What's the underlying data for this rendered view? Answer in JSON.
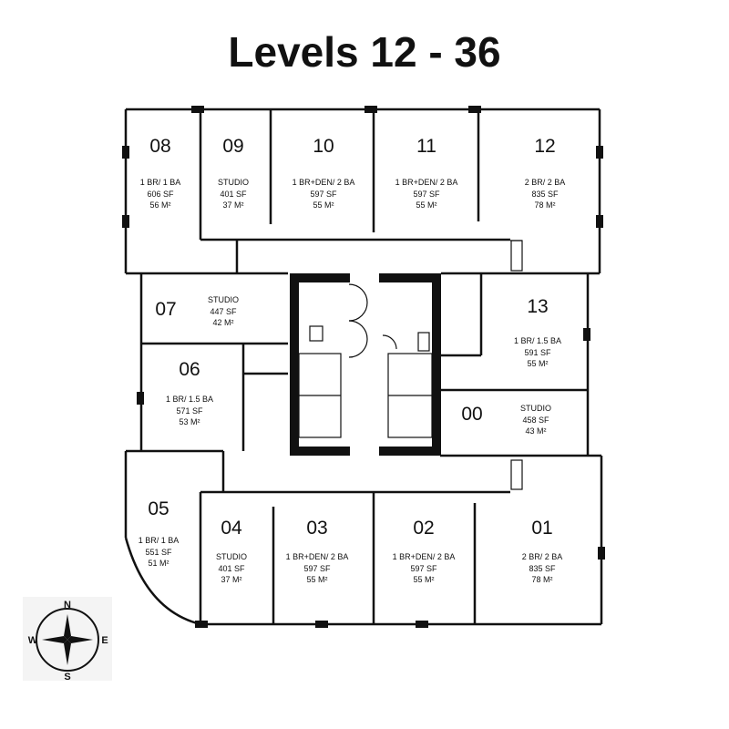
{
  "title": "Levels 12 - 36",
  "units": [
    {
      "id": "01",
      "type": "2 BR/ 2 BA",
      "sf": "835 SF",
      "m2": "78 M²"
    },
    {
      "id": "02",
      "type": "1 BR+DEN/ 2 BA",
      "sf": "597 SF",
      "m2": "55 M²"
    },
    {
      "id": "03",
      "type": "1 BR+DEN/ 2 BA",
      "sf": "597 SF",
      "m2": "55 M²"
    },
    {
      "id": "04",
      "type": "STUDIO",
      "sf": "401 SF",
      "m2": "37 M²"
    },
    {
      "id": "05",
      "type": "1 BR/ 1 BA",
      "sf": "551 SF",
      "m2": "51 M²"
    },
    {
      "id": "06",
      "type": "1 BR/ 1.5 BA",
      "sf": "571 SF",
      "m2": "53 M²"
    },
    {
      "id": "07",
      "type": "STUDIO",
      "sf": "447 SF",
      "m2": "42 M²"
    },
    {
      "id": "08",
      "type": "1 BR/ 1 BA",
      "sf": "606 SF",
      "m2": "56 M²"
    },
    {
      "id": "09",
      "type": "STUDIO",
      "sf": "401 SF",
      "m2": "37 M²"
    },
    {
      "id": "10",
      "type": "1 BR+DEN/ 2 BA",
      "sf": "597 SF",
      "m2": "55 M²"
    },
    {
      "id": "11",
      "type": "1 BR+DEN/ 2 BA",
      "sf": "597 SF",
      "m2": "55 M²"
    },
    {
      "id": "12",
      "type": "2 BR/ 2 BA",
      "sf": "835 SF",
      "m2": "78 M²"
    },
    {
      "id": "13",
      "type": "1 BR/ 1.5 BA",
      "sf": "591 SF",
      "m2": "55 M²"
    },
    {
      "id": "00",
      "type": "STUDIO",
      "sf": "458 SF",
      "m2": "43 M²"
    }
  ],
  "compass": {
    "n": "N",
    "s": "S",
    "e": "E",
    "w": "W",
    "icon": "compass-rose-icon"
  }
}
